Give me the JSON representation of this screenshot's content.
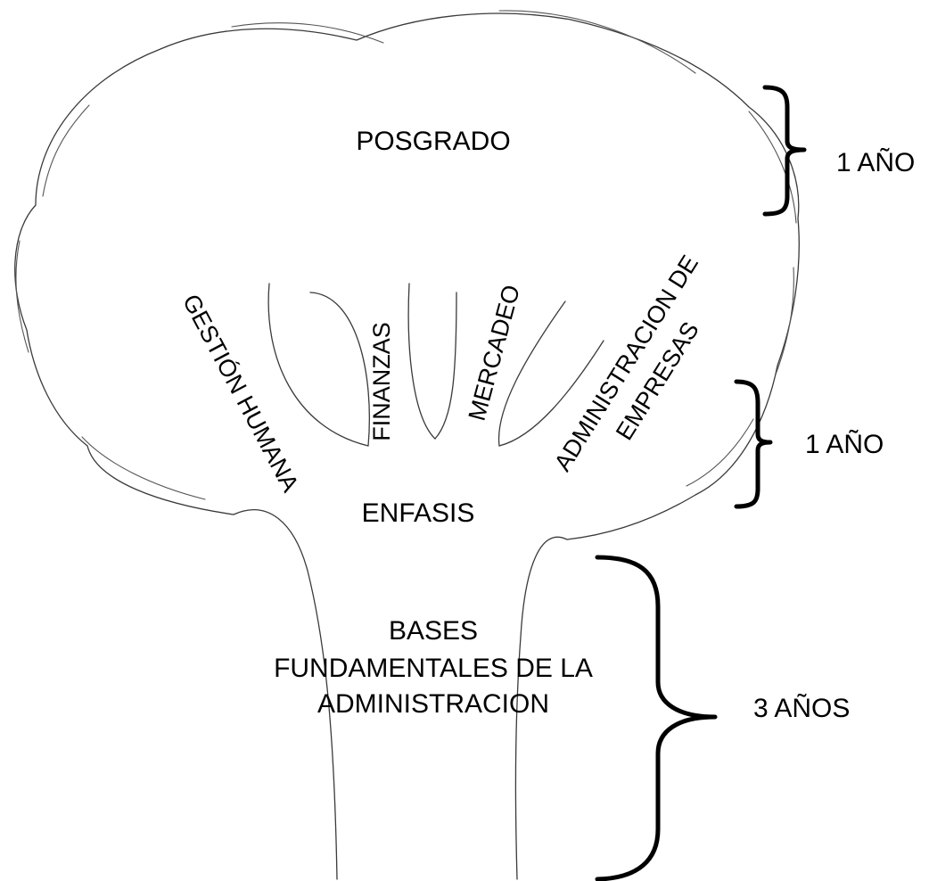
{
  "diagram": {
    "crown": {
      "posgrado": "POSGRADO",
      "enfasis": "ENFASIS",
      "branches": {
        "gestion_humana": "GESTIÓN HUMANA",
        "finanzas": "FINANZAS",
        "mercadeo": "MERCADEO",
        "administracion_line1": "ADMINISTRACION DE",
        "administracion_line2": "EMPRESAS"
      }
    },
    "trunk": {
      "line1": "BASES",
      "line2": "FUNDAMENTALES DE LA",
      "line3": "ADMINISTRACION"
    },
    "durations": {
      "posgrado": "1 AÑO",
      "enfasis": "1 AÑO",
      "bases": "3 AÑOS"
    }
  }
}
